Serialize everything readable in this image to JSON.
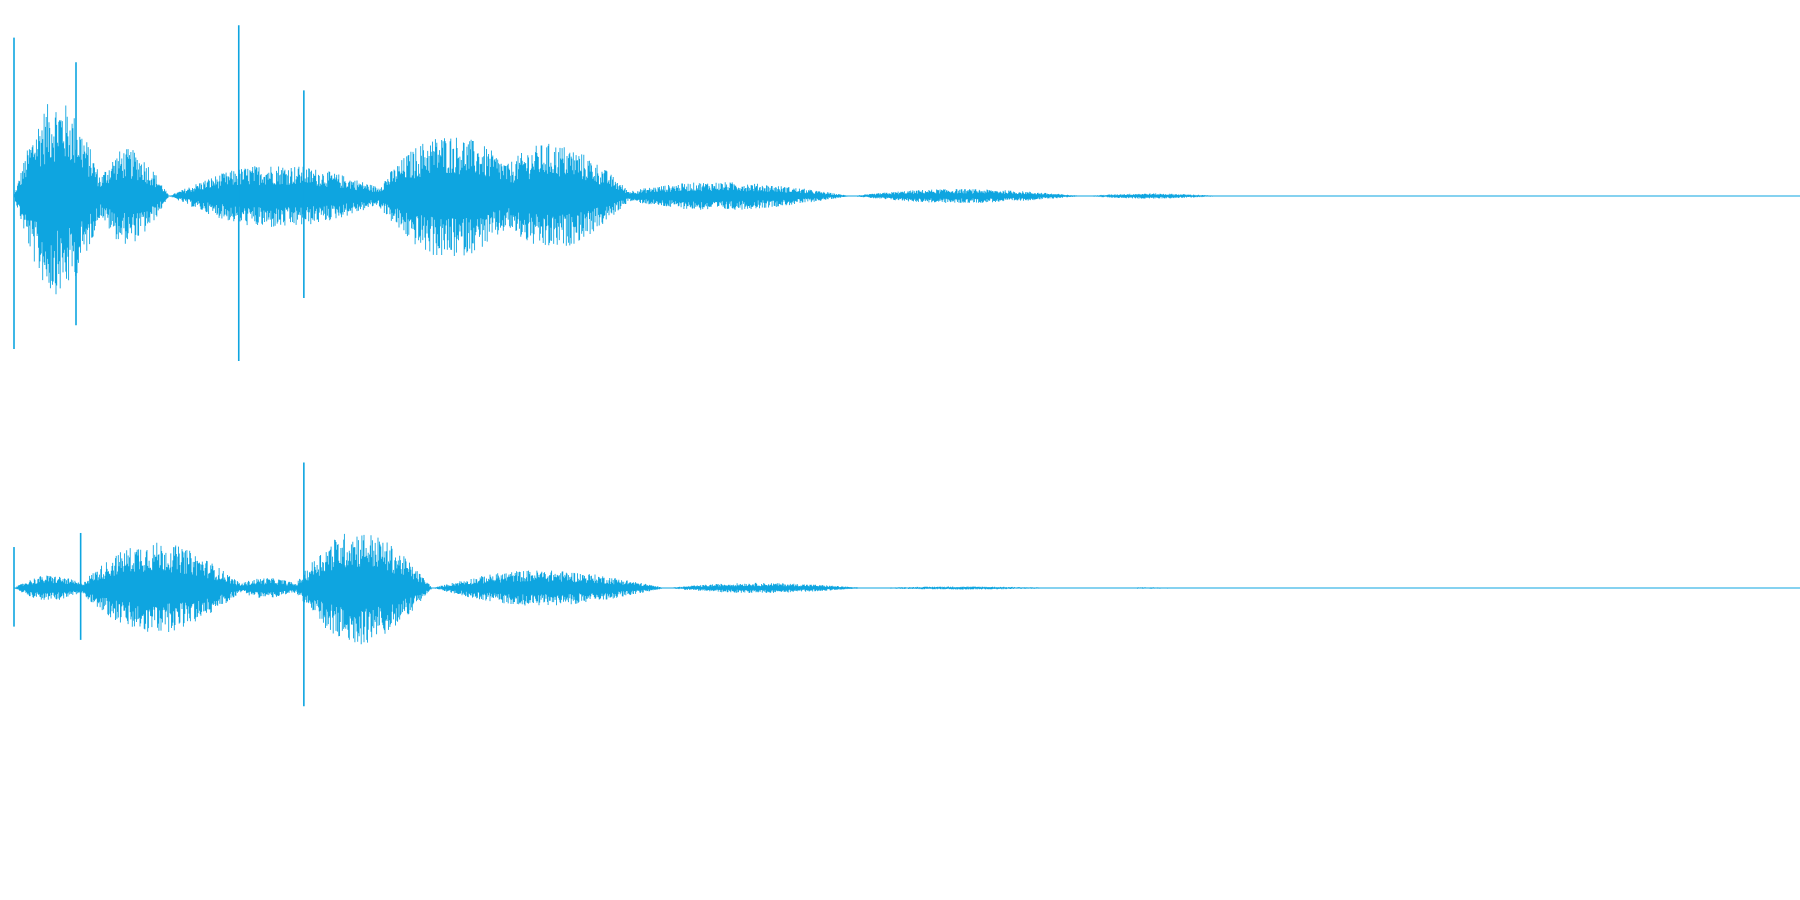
{
  "waveform": {
    "color": "#0ea5e0",
    "channels": [
      {
        "name": "channel-1",
        "max_amplitude": 1.0,
        "bursts": [
          {
            "start": 0.0,
            "peak": 0.55,
            "end": 0.06
          },
          {
            "start": 0.05,
            "peak": 0.27,
            "end": 0.1
          },
          {
            "start": 0.1,
            "peak": 0.18,
            "end": 0.25
          },
          {
            "start": 0.23,
            "peak": 0.35,
            "end": 0.34
          },
          {
            "start": 0.3,
            "peak": 0.3,
            "end": 0.4
          },
          {
            "start": 0.38,
            "peak": 0.08,
            "end": 0.54
          },
          {
            "start": 0.54,
            "peak": 0.04,
            "end": 0.69
          },
          {
            "start": 0.69,
            "peak": 0.015,
            "end": 0.78
          }
        ],
        "spikes": [
          {
            "at": 0.0,
            "amplitude": 0.9
          },
          {
            "at": 0.04,
            "amplitude": 0.76
          },
          {
            "at": 0.145,
            "amplitude": 0.97
          },
          {
            "at": 0.187,
            "amplitude": 0.6
          }
        ]
      },
      {
        "name": "channel-2",
        "max_amplitude": 1.0,
        "bursts": [
          {
            "start": 0.0,
            "peak": 0.1,
            "end": 0.05
          },
          {
            "start": 0.04,
            "peak": 0.36,
            "end": 0.15
          },
          {
            "start": 0.14,
            "peak": 0.08,
            "end": 0.19
          },
          {
            "start": 0.18,
            "peak": 0.45,
            "end": 0.27
          },
          {
            "start": 0.27,
            "peak": 0.14,
            "end": 0.42
          },
          {
            "start": 0.42,
            "peak": 0.04,
            "end": 0.55
          },
          {
            "start": 0.55,
            "peak": 0.012,
            "end": 0.68
          },
          {
            "start": 0.71,
            "peak": 0.006,
            "end": 0.76
          }
        ],
        "spikes": [
          {
            "at": 0.0,
            "amplitude": 0.32
          },
          {
            "at": 0.043,
            "amplitude": 0.43
          },
          {
            "at": 0.187,
            "amplitude": 0.98
          }
        ]
      }
    ]
  }
}
